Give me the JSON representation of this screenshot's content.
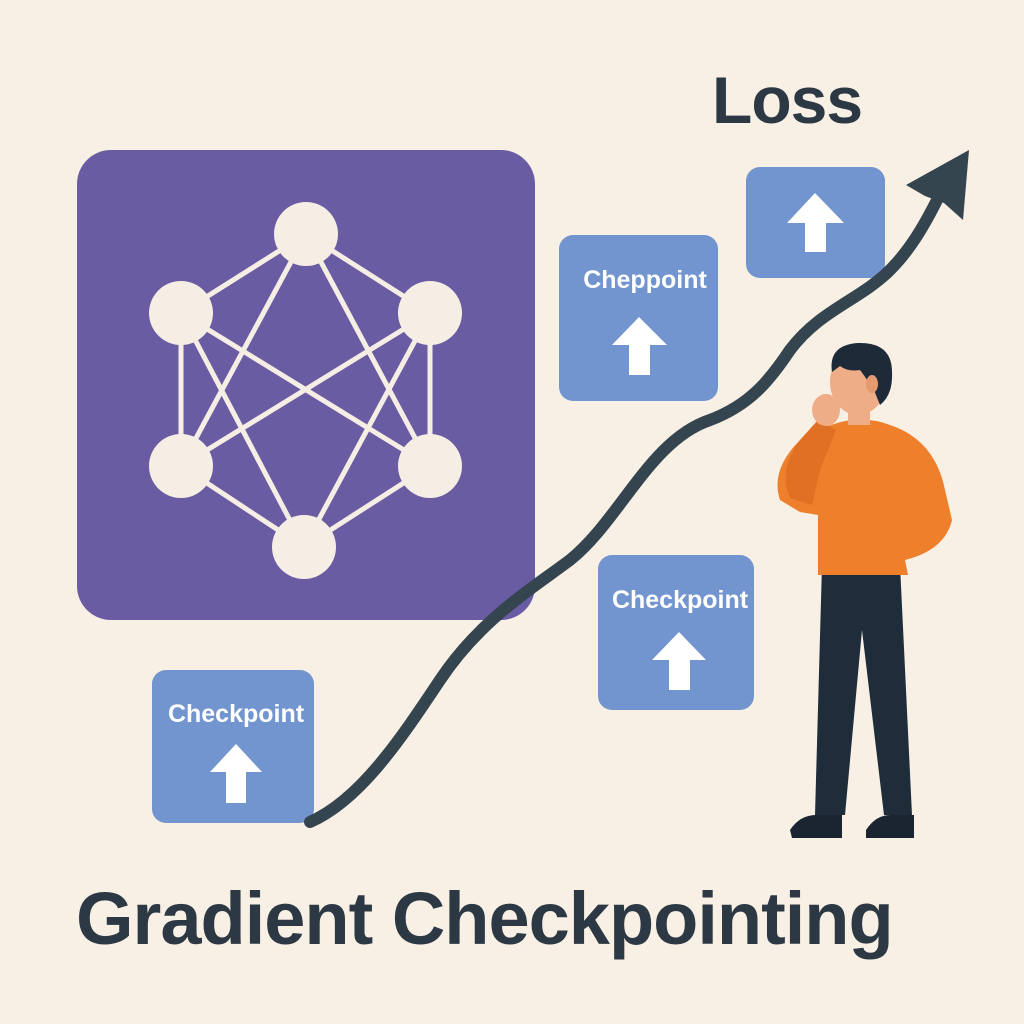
{
  "title": "Gradient Checkpointing",
  "loss_label": "Loss",
  "checkpoints": [
    {
      "label": "Checkpoint"
    },
    {
      "label": "Checkpoint"
    },
    {
      "label": "Cheppoint"
    },
    {
      "label": ""
    }
  ],
  "colors": {
    "background": "#f8efe5",
    "network_panel": "#6a5ca3",
    "node": "#f6eee4",
    "checkpoint_box": "#7294cf",
    "curve": "#35454f",
    "text": "#2c3843",
    "shirt": "#ee7f2b",
    "pants": "#1f2d3b",
    "hair": "#1d2b38",
    "skin": "#efad87"
  },
  "icons": [
    "neural-network-icon",
    "arrow-up-icon",
    "trend-arrow-icon",
    "person-illustration"
  ]
}
